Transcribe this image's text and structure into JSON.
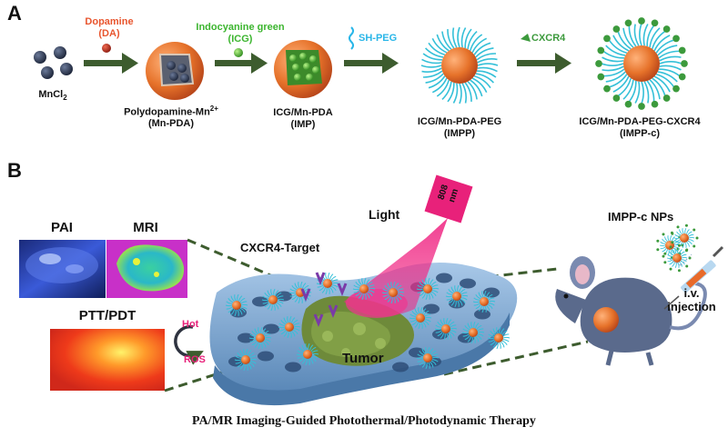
{
  "panels": {
    "a": "A",
    "b": "B"
  },
  "stages": [
    {
      "name": "MnCl",
      "sub": "2"
    },
    {
      "name": "Polydopamine-Mn",
      "sup": "2+",
      "line2": "(Mn-PDA)"
    },
    {
      "name": "ICG/Mn-PDA",
      "line2": "(IMP)"
    },
    {
      "name": "ICG/Mn-PDA-PEG",
      "line2": "(IMPP)"
    },
    {
      "name": "ICG/Mn-PDA-PEG-CXCR4",
      "line2": "(IMPP-c)"
    }
  ],
  "reagents": [
    {
      "line1": "Dopamine",
      "line2": "(DA)",
      "color": "#e8552e"
    },
    {
      "line1": "Indocyanine green",
      "line2": "(ICG)",
      "color": "#3cb52f"
    },
    {
      "line1": "SH-PEG",
      "color": "#29b6e8"
    },
    {
      "line1": "CXCR4",
      "color": "#3c9a3c"
    }
  ],
  "panel_b": {
    "pai": "PAI",
    "mri": "MRI",
    "ptt": "PTT/PDT",
    "hot": "Hot",
    "ros": "ROS",
    "cxcr4_target": "CXCR4-Target",
    "light": "Light",
    "laser_line1": "808",
    "laser_line2": "nm",
    "tumor": "Tumor",
    "nps": "IMPP-c NPs",
    "iv_line1": "i.v.",
    "iv_line2": "injection"
  },
  "caption": "PA/MR Imaging-Guided Photothermal/Photodynamic Therapy",
  "colors": {
    "arrow": "#3d5c2e",
    "tumor": "#7fa9cf",
    "tumor_mass": "#6e8a3a",
    "laser": "#e8217a",
    "particle": "#e6722a",
    "peg": "#35c0d8",
    "mouse": "#5a6a8c",
    "hot_text": "#e8217a",
    "ros_text": "#e8217a",
    "mri_bg": "#c830c8",
    "pai_bg": "#1a2a7a"
  }
}
